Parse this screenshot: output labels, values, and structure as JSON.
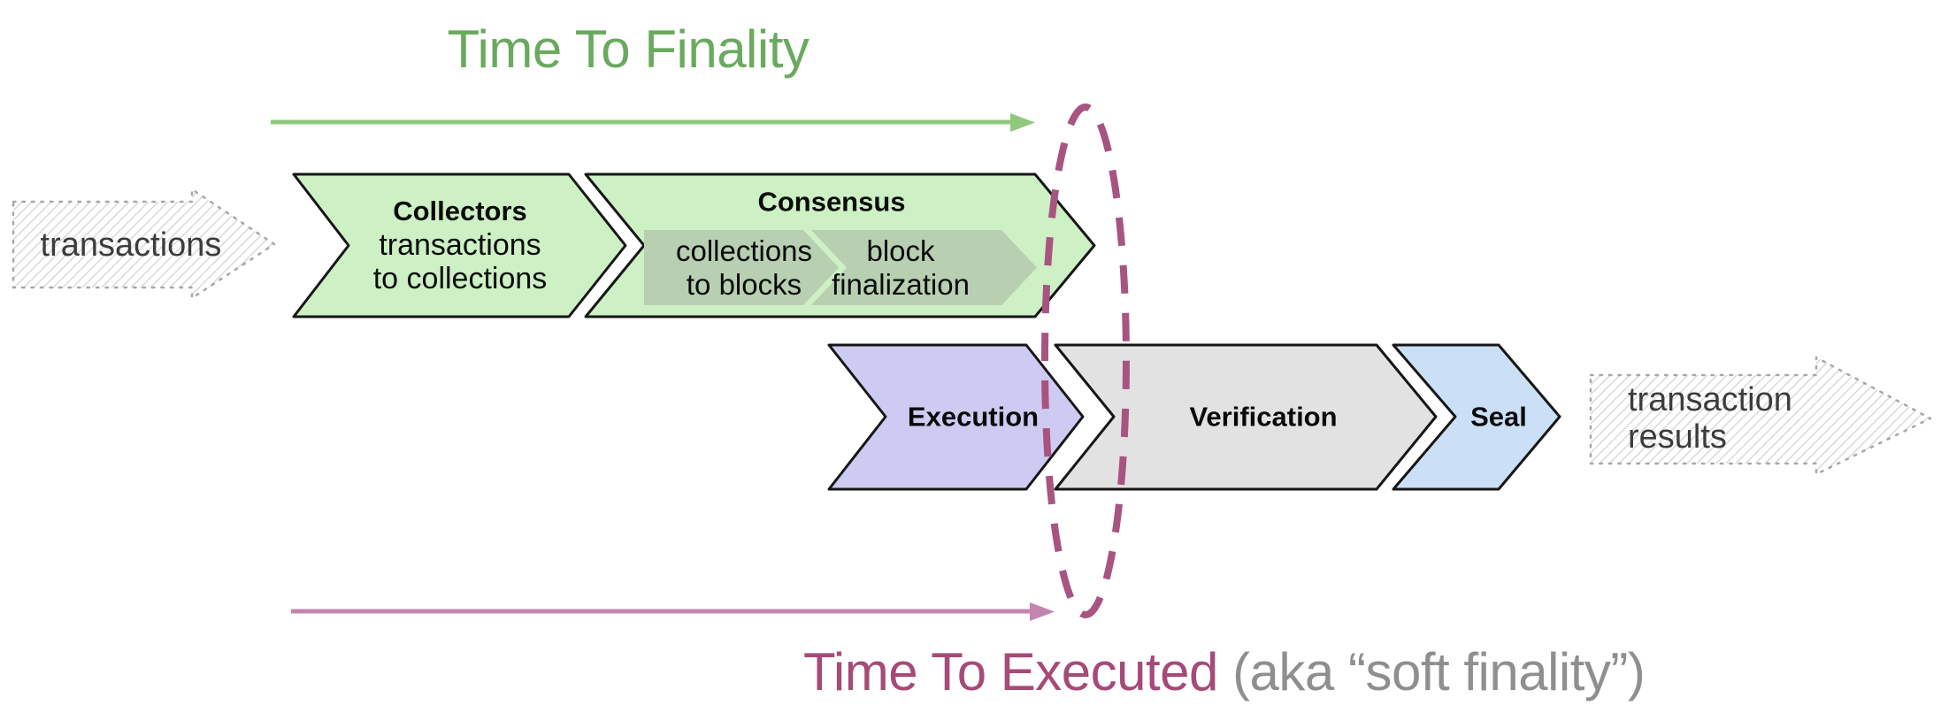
{
  "diagram": {
    "top_timeline": {
      "label": "Time To Finality",
      "label_color": "#69aa5e",
      "arrow_color": "#90c87d"
    },
    "bottom_timeline": {
      "label": "Time To Executed",
      "suffix": "(aka “soft finality”)",
      "label_color": "#a64a78",
      "suffix_color": "#8f8f8f",
      "arrow_color": "#c584ad"
    },
    "input_arrow": {
      "label": "transactions"
    },
    "output_arrow": {
      "label_line1": "transaction",
      "label_line2": "results"
    },
    "stages": {
      "collectors": {
        "title": "Collectors",
        "subtitle_line1": "transactions",
        "subtitle_line2": "to collections",
        "fill": "#cdf1c4"
      },
      "consensus": {
        "title": "Consensus",
        "fill": "#cdf1c4",
        "substage_fill": "#b8cfb2",
        "substages": [
          {
            "line1": "collections",
            "line2": "to blocks"
          },
          {
            "line1": "block",
            "line2": "finalization"
          }
        ]
      },
      "execution": {
        "title": "Execution",
        "fill": "#cecbf2"
      },
      "verification": {
        "title": "Verification",
        "fill": "#e2e2e3"
      },
      "seal": {
        "title": "Seal",
        "fill": "#cbe0f6"
      }
    },
    "soft_finality_ellipse": {
      "color": "#a85480"
    },
    "outline_color": "#161616",
    "sketch": {
      "outline_color": "#a8a8a8",
      "hatch_color": "#d9d9d9",
      "text_color": "#3c3c3c"
    }
  }
}
